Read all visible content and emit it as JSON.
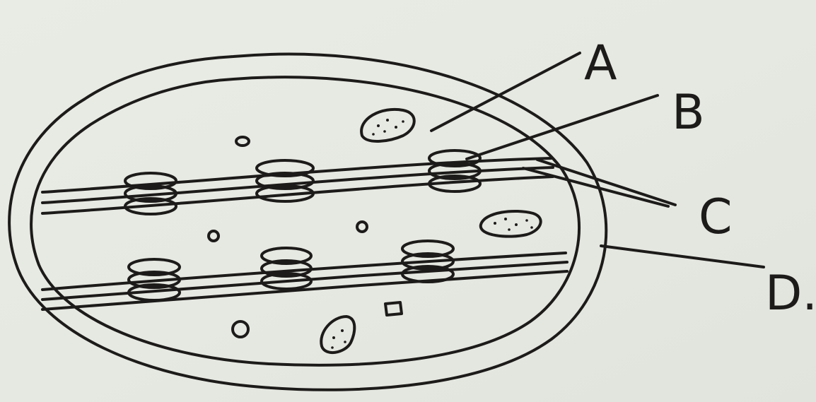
{
  "diagram": {
    "labels": {
      "a": "A",
      "b": "B",
      "c": "C",
      "d": "D."
    }
  },
  "colors": {
    "paper": "#e7e9e3",
    "ink": "#1d1b1a"
  }
}
